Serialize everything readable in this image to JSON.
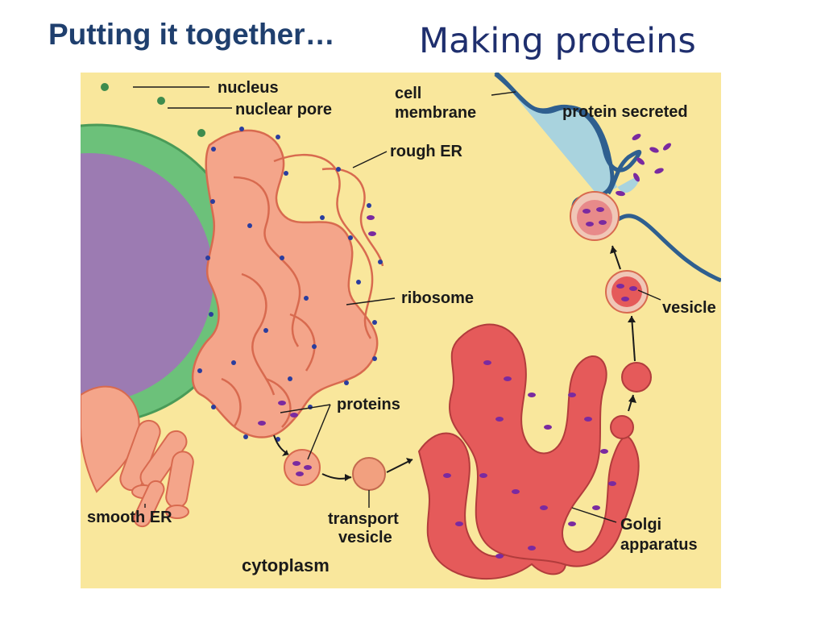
{
  "slide": {
    "title_left": "Putting it together…",
    "title_right": "Making proteins"
  },
  "labels": {
    "nucleus": "nucleus",
    "nuclear_pore": "nuclear pore",
    "cell_membrane_1": "cell",
    "cell_membrane_2": "membrane",
    "rough_er": "rough ER",
    "ribosome": "ribosome",
    "proteins": "proteins",
    "smooth_er": "smooth ER",
    "transport_vesicle_1": "transport",
    "transport_vesicle_2": "vesicle",
    "cytoplasm": "cytoplasm",
    "golgi_1": "Golgi",
    "golgi_2": "apparatus",
    "vesicle": "vesicle",
    "protein_secreted": "protein secreted"
  },
  "colors": {
    "cytoplasm": "#f9e79c",
    "exterior": "#a9d3de",
    "membrane": "#2f5f8f",
    "nuclear_envelope": "#6cc17a",
    "nucleoplasm": "#9c7bb2",
    "er": "#f4a58a",
    "er_outline": "#d86a4f",
    "golgi": "#e55a5a",
    "ribosome": "#2a3d9e",
    "protein": "#7a2aa0",
    "title": "#1f3f6e"
  }
}
